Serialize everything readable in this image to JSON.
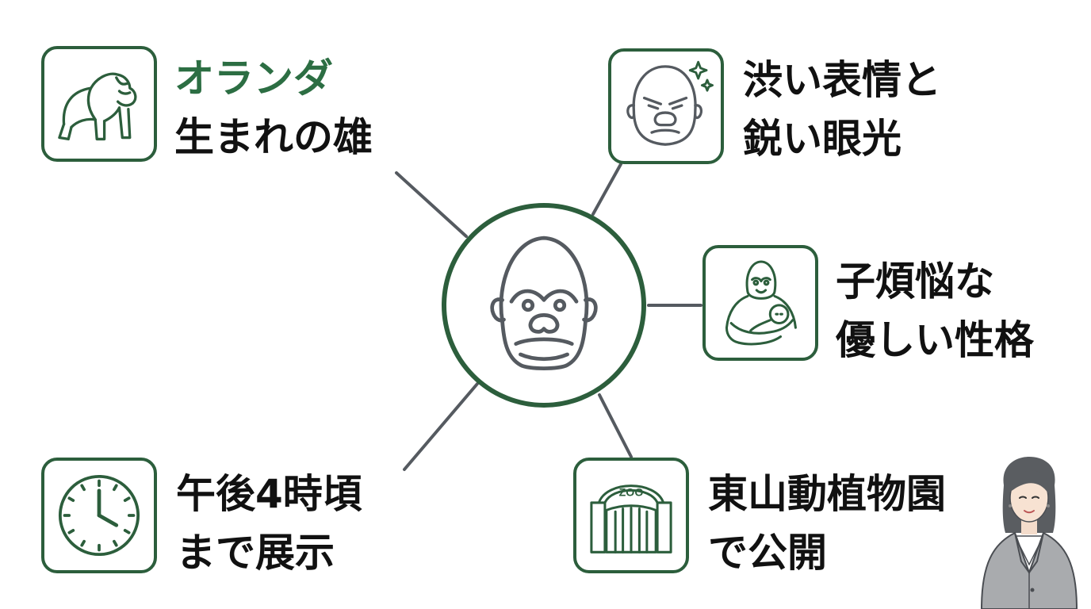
{
  "colors": {
    "accent": "#2c6e43",
    "border": "#2c5e3c",
    "line": "#555a60",
    "text": "#111111"
  },
  "center": {
    "icon": "gorilla-face-icon"
  },
  "nodes": {
    "dutch": {
      "icon": "gorilla-standing-icon",
      "line1": "オランダ",
      "line2": "生まれの雄"
    },
    "face": {
      "icon": "angry-gorilla-sparkle-icon",
      "line1": "渋い表情と",
      "line2": "鋭い眼光"
    },
    "kind": {
      "icon": "gorilla-holding-baby-icon",
      "line1": "子煩悩な",
      "line2": "優しい性格"
    },
    "time": {
      "icon": "clock-icon",
      "line1": "午後4時頃",
      "line2": "まで展示"
    },
    "zoo": {
      "icon": "zoo-gate-icon",
      "sign": "ZOO",
      "line1": "東山動植物園",
      "line2": "で公開"
    }
  },
  "presenter": {
    "icon": "presenter-woman-icon"
  }
}
